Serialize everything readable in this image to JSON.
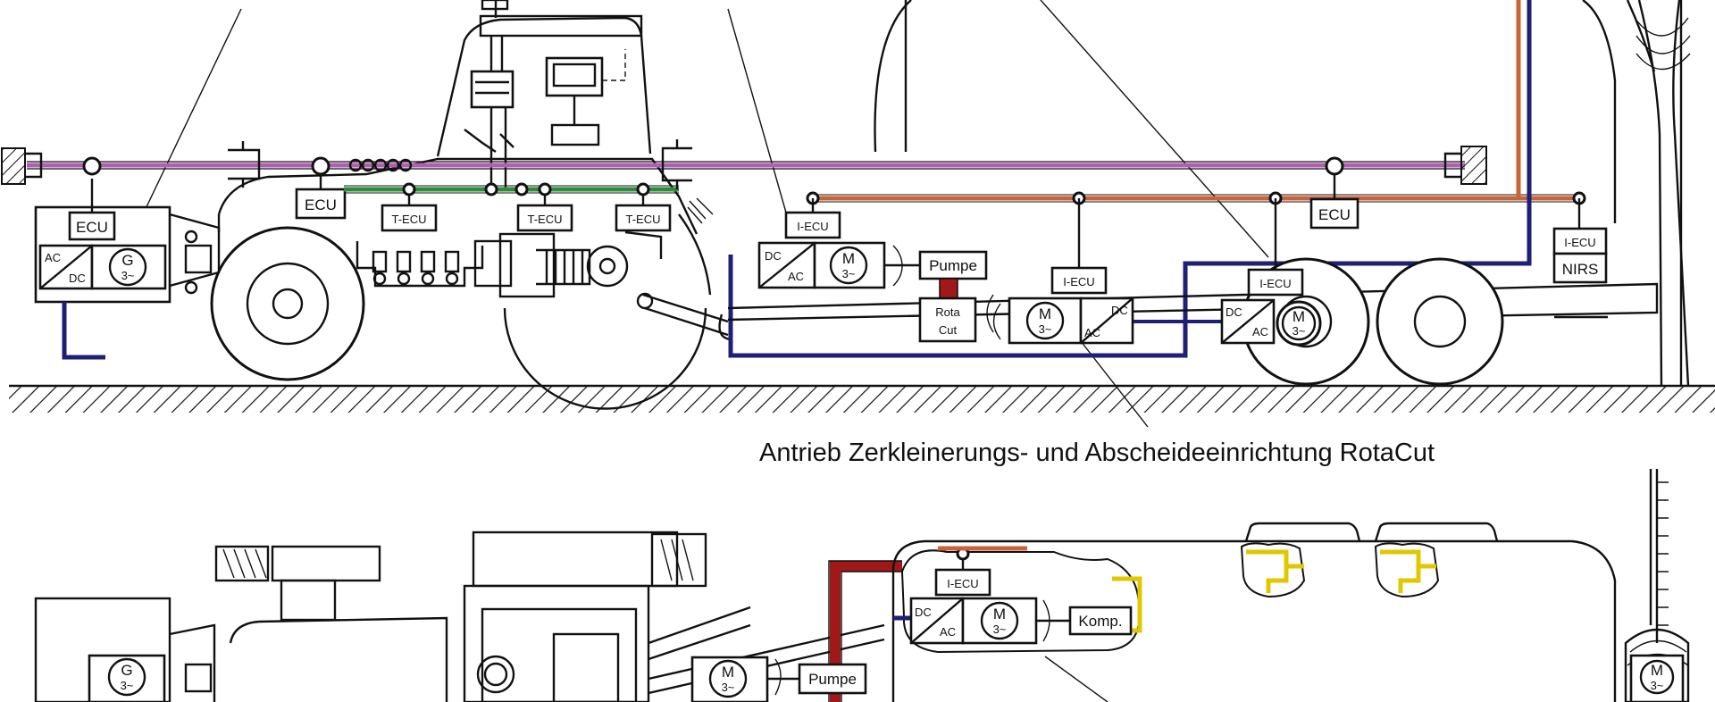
{
  "labels": {
    "ecu": "ECU",
    "tecu": "T-ECU",
    "iecu": "I-ECU",
    "nirs": "NIRS",
    "pumpe": "Pumpe",
    "rota": "Rota",
    "cut": "Cut",
    "komp": "Komp.",
    "ac": "AC",
    "dc": "DC",
    "g": "G",
    "m": "M",
    "phase": "3~"
  },
  "caption": "Antrieb Zerkleinerungs- und Abscheideeinrichtung RotaCut",
  "colors": {
    "bus_magenta": "#b05fb0",
    "bus_green": "#2e8b3a",
    "bus_orange": "#c8643a",
    "power_navy": "#1f1f78",
    "hydraulic_red": "#a01818",
    "air_yellow": "#e0c800"
  }
}
